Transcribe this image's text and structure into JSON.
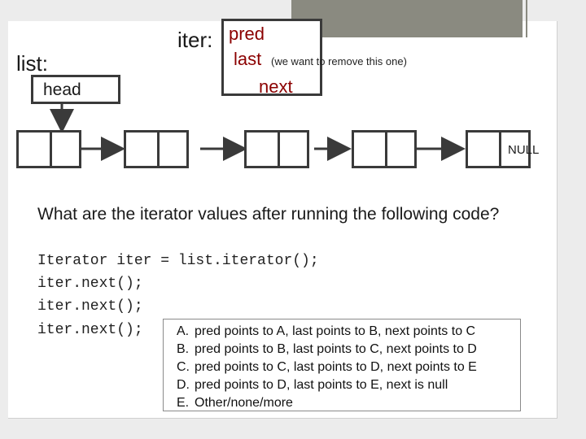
{
  "diagram": {
    "iter_label": "iter:",
    "list_label": "list:",
    "pred_label": "pred",
    "last_label": "last",
    "last_note": "(we want to remove this one)",
    "next_label": "next",
    "head_label": "head",
    "null_label": "NULL"
  },
  "question": {
    "text": "What are the iterator values after running the following code?",
    "code": [
      "Iterator iter = list.iterator();",
      "iter.next();",
      "iter.next();",
      "iter.next();"
    ]
  },
  "options": [
    {
      "letter": "A.",
      "text": "pred points to A, last points to B, next points to C"
    },
    {
      "letter": "B.",
      "text": "pred points to B, last points to C, next points to D"
    },
    {
      "letter": "C.",
      "text": "pred points to C, last points to D, next points to E"
    },
    {
      "letter": "D.",
      "text": "pred points to D, last points to E, next is null"
    },
    {
      "letter": "E.",
      "text": "Other/none/more"
    }
  ]
}
